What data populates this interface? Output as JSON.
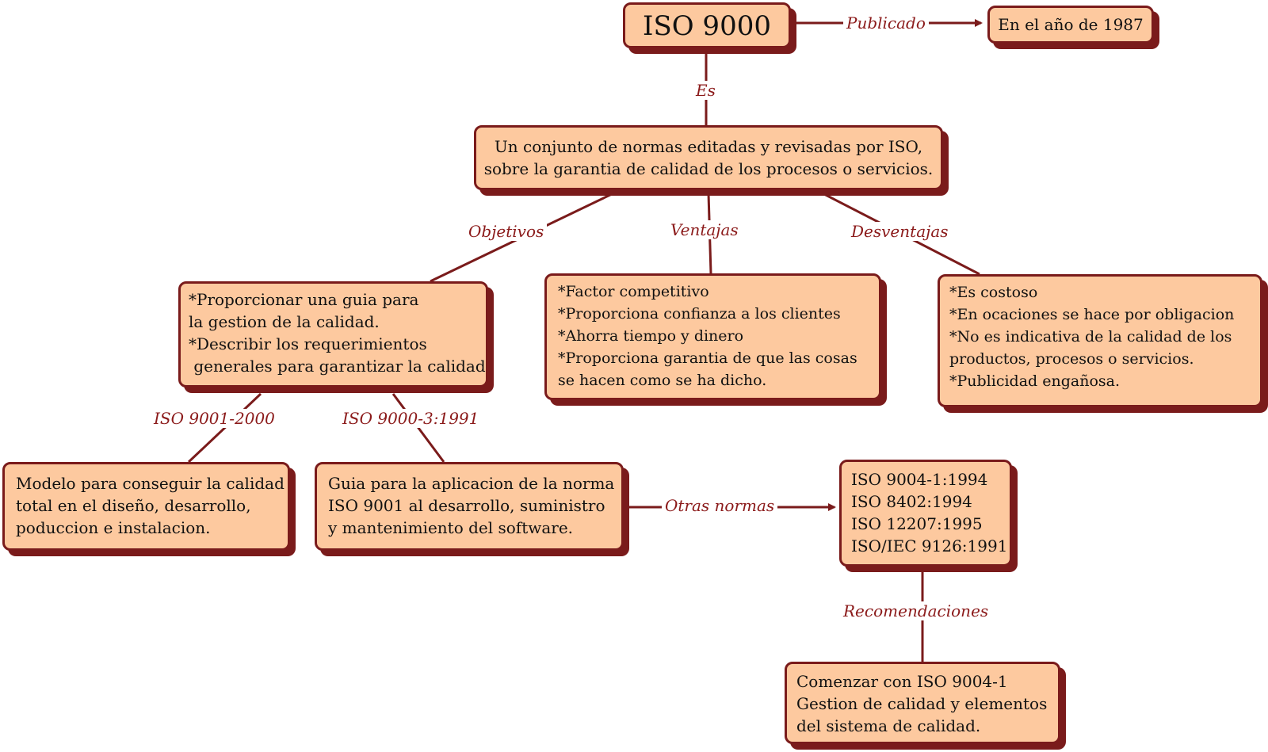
{
  "nodes": {
    "root": [
      "ISO 9000"
    ],
    "published": [
      "En el año de 1987"
    ],
    "definition": [
      "Un conjunto de normas editadas y revisadas por ISO,",
      "sobre la garantia de calidad de los procesos o servicios."
    ],
    "objectives": [
      "*Proporcionar una guia para",
      "la gestion de la calidad.",
      "*Describir los requerimientos",
      " generales para garantizar la calidad"
    ],
    "advantages": [
      "*Factor competitivo",
      "*Proporciona confianza a los clientes",
      "*Ahorra tiempo y dinero",
      "*Proporciona garantia de que las cosas",
      "se hacen como se ha dicho."
    ],
    "disadvantages": [
      "*Es costoso",
      "*En ocaciones se hace por obligacion",
      "*No es indicativa de la calidad de los",
      "productos, procesos o servicios.",
      "*Publicidad engañosa."
    ],
    "iso9001": [
      "Modelo para conseguir la calidad",
      "total en el diseño, desarrollo,",
      "poduccion e instalacion."
    ],
    "iso9000_3": [
      "Guia para la aplicacion de la norma",
      "ISO 9001 al desarrollo, suministro",
      "y mantenimiento del software."
    ],
    "other_norms": [
      "ISO 9004-1:1994",
      "ISO 8402:1994",
      "ISO 12207:1995",
      "ISO/IEC 9126:1991"
    ],
    "recommendation": [
      "Comenzar con ISO 9004-1",
      "Gestion de calidad y elementos",
      "del sistema de calidad."
    ]
  },
  "labels": {
    "publicado": "Publicado",
    "es": "Es",
    "objetivos": "Objetivos",
    "ventajas": "Ventajas",
    "desventajas": "Desventajas",
    "iso9001_2000": "ISO 9001-2000",
    "iso9000_3_1991": "ISO 9000-3:1991",
    "otras_normas": "Otras normas",
    "recomendaciones": "Recomendaciones"
  },
  "colors": {
    "box_fill": "#fdc99f",
    "border": "#7a1b1b",
    "link_text": "#8b1a1a"
  }
}
